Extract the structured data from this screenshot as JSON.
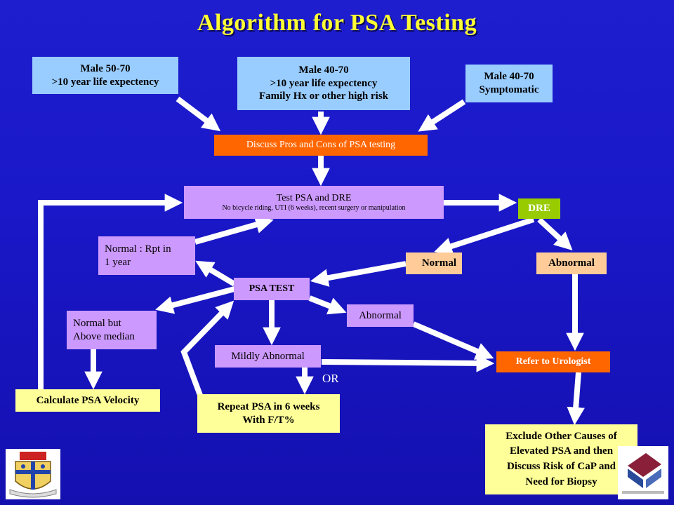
{
  "title": "Algorithm for PSA Testing",
  "boxes": {
    "male_50_70": [
      "Male 50-70",
      ">10 year life expectency"
    ],
    "male_40_70_risk": [
      "Male 40-70",
      ">10 year life expectency",
      "Family Hx or other high risk"
    ],
    "male_40_70_symptomatic": [
      "Male 40-70",
      "Symptomatic"
    ],
    "discuss": "Discuss Pros and Cons of PSA testing",
    "test_psa_dre": [
      "Test PSA and DRE",
      "No bicycle riding, UTI (6 weeks), recent surgery or manipulation"
    ],
    "dre": "DRE",
    "normal_rpt": [
      "Normal : Rpt in",
      "1 year"
    ],
    "dre_normal": "Normal",
    "dre_abnormal": "Abnormal",
    "psa_test": "PSA TEST",
    "normal_above_median": [
      "Normal but",
      "Above median"
    ],
    "psa_abnormal": "Abnormal",
    "mildly_abnormal": "Mildly Abnormal",
    "refer_urologist": "Refer to Urologist",
    "calc_velocity": "Calculate PSA Velocity",
    "repeat_psa": [
      "Repeat PSA in 6 weeks",
      "With F/T%"
    ],
    "or_label": "OR",
    "exclude_causes": [
      "Exclude Other Causes of",
      "Elevated PSA and then",
      "Discuss Risk of CaP and",
      "Need for Biopsy"
    ]
  },
  "colors": {
    "background": "#1e1ecf",
    "title": "#ffff33",
    "light_blue": "#99ccff",
    "orange": "#ff6600",
    "violet": "#cc99ff",
    "peach": "#ffcc99",
    "green": "#99cc00",
    "yellow": "#ffff99",
    "arrow": "#ffffff"
  }
}
